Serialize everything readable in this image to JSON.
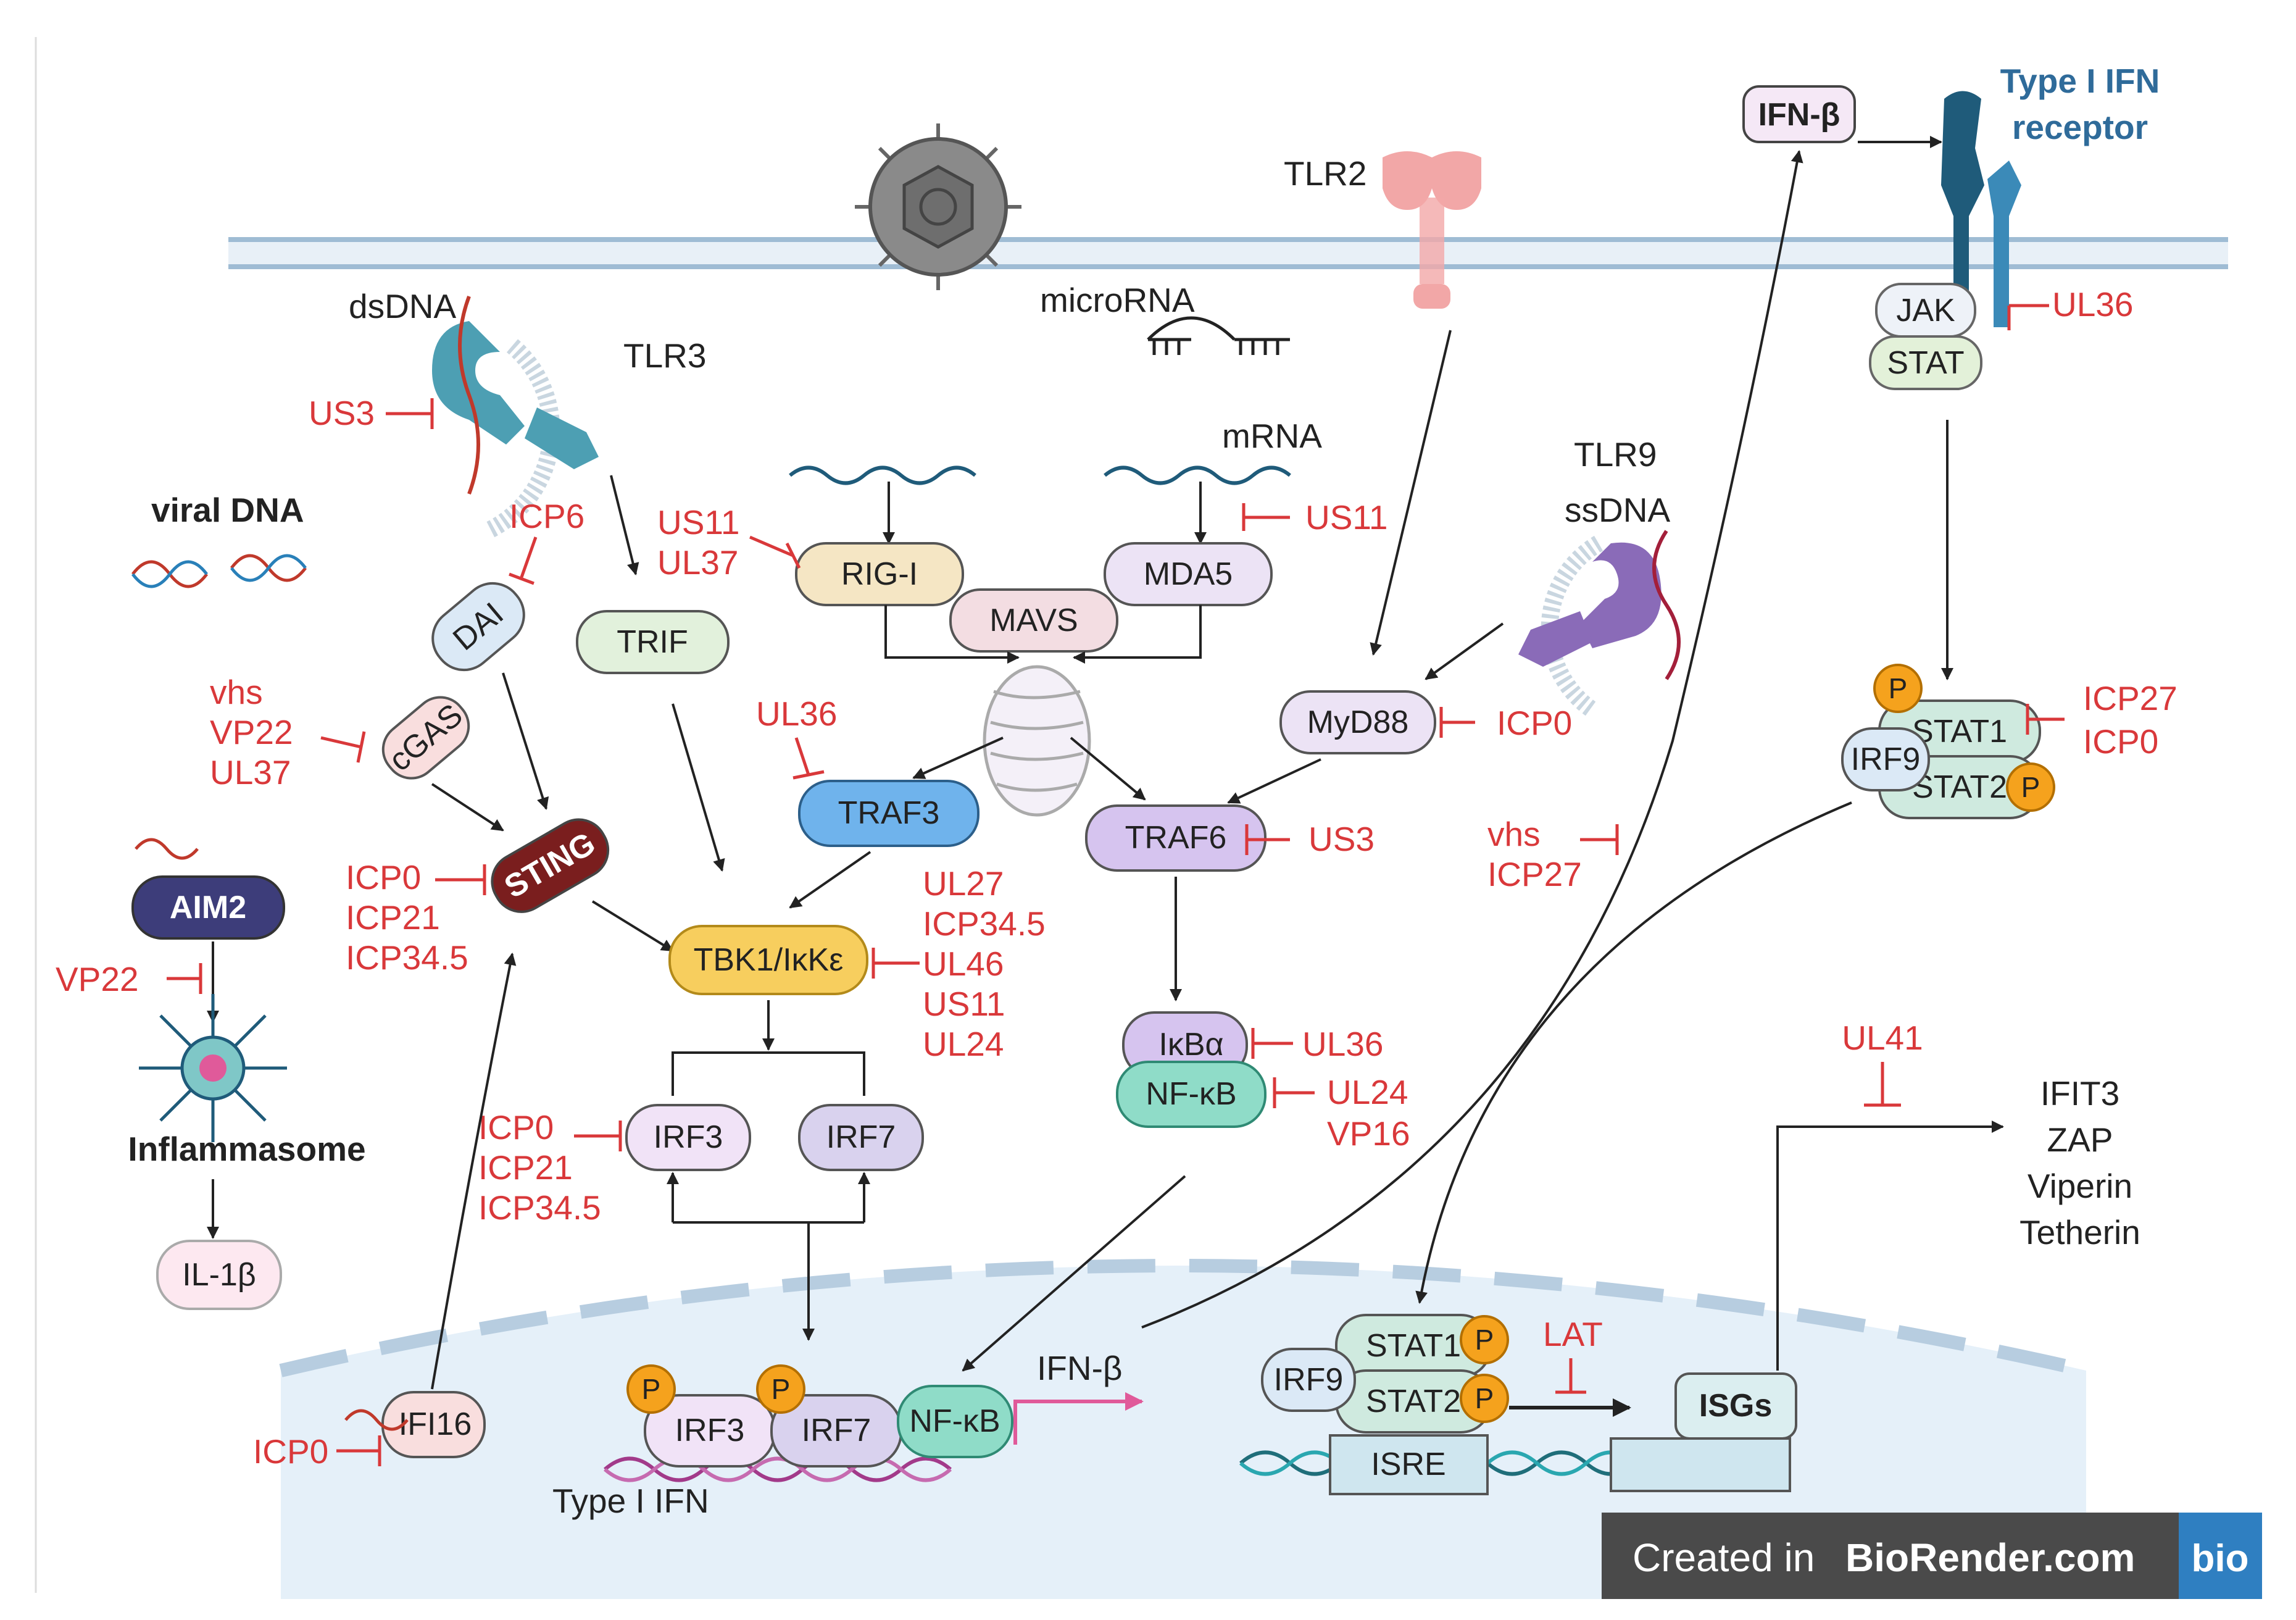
{
  "nodes": {
    "ifn_beta_top": "IFN-β",
    "type1_receptor_l1": "Type I IFN",
    "type1_receptor_l2": "receptor",
    "tlr2": "TLR2",
    "tlr3": "TLR3",
    "tlr9": "TLR9",
    "dsdna": "dsDNA",
    "ssdna": "ssDNA",
    "microrna": "microRNA",
    "mrna": "mRNA",
    "viral_dna": "viral DNA",
    "jak": "JAK",
    "stat": "STAT",
    "rigi": "RIG-I",
    "mda5": "MDA5",
    "mavs": "MAVS",
    "trif": "TRIF",
    "dai": "DAI",
    "cgas": "cGAS",
    "sting": "STING",
    "aim2": "AIM2",
    "inflammasome": "Inflammasome",
    "il1b": "IL-1β",
    "myd88": "MyD88",
    "traf3": "TRAF3",
    "traf6": "TRAF6",
    "tbk1": "TBK1/IκKε",
    "ikba": "IκBα",
    "nfkb": "NF-κB",
    "irf3": "IRF3",
    "irf7": "IRF7",
    "stat1": "STAT1",
    "stat2": "STAT2",
    "irf9": "IRF9",
    "ifi16": "IFI16",
    "irf3_n": "IRF3",
    "irf7_n": "IRF7",
    "nfkb_n": "NF-κB",
    "ifn_beta_n": "IFN-β",
    "type1_ifn": "Type I IFN",
    "stat1_n": "STAT1",
    "stat2_n": "STAT2",
    "irf9_n": "IRF9",
    "isre": "ISRE",
    "isgs": "ISGs",
    "p": "P"
  },
  "isg_list": [
    "IFIT3",
    "ZAP",
    "Viperin",
    "Tetherin"
  ],
  "inhibitors": {
    "ul36_jak": "UL36",
    "us3_tlr3": "US3",
    "icp6": "ICP6",
    "us11_rigi": [
      "US11",
      "UL37"
    ],
    "us11_mda5": "US11",
    "ul36_traf3": "UL36",
    "cgas_inh": [
      "vhs",
      "VP22",
      "UL37"
    ],
    "sting_inh": [
      "ICP0",
      "ICP21",
      "ICP34.5"
    ],
    "vp22_aim2": "VP22",
    "tbk1_inh": [
      "UL27",
      "ICP34.5",
      "UL46",
      "US11",
      "UL24"
    ],
    "icp0_myd88": "ICP0",
    "us3_traf6": "US3",
    "vhs_icp27": [
      "vhs",
      "ICP27"
    ],
    "stat_inh": [
      "ICP27",
      "ICP0"
    ],
    "ul36_ikba": "UL36",
    "nfkb_inh": [
      "UL24",
      "VP16"
    ],
    "irf3_inh": [
      "ICP0",
      "ICP21",
      "ICP34.5"
    ],
    "ul41": "UL41",
    "lat": "LAT",
    "icp0_ifi16": "ICP0"
  },
  "watermark": {
    "text_pre": "Created in ",
    "text_brand": "BioRender.com",
    "logo": "bio"
  },
  "colors": {
    "inhibit": "#d9383a",
    "membrane": "#b9cfe0",
    "nucleus": "#e4f0f9",
    "sting": "#7a1e1e",
    "aim2": "#3d3d7a"
  }
}
